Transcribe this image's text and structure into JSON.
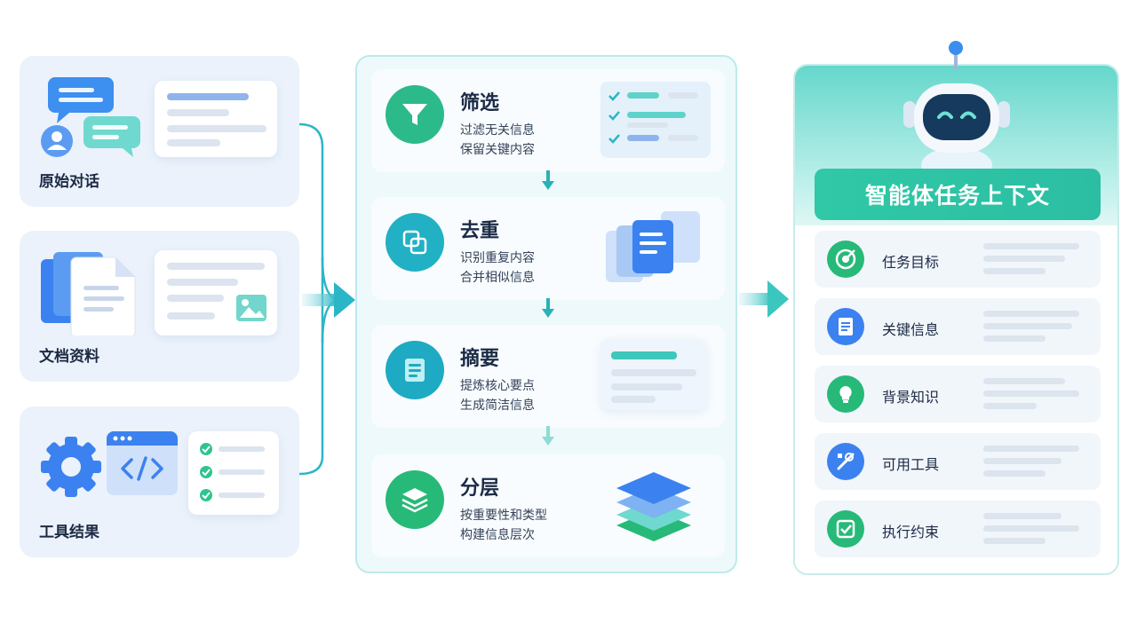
{
  "sources": [
    {
      "label": "原始对话",
      "icon": "chat-bubbles-icon"
    },
    {
      "label": "文档资料",
      "icon": "documents-icon"
    },
    {
      "label": "工具结果",
      "icon": "gear-code-icon"
    }
  ],
  "steps": [
    {
      "title": "筛选",
      "line1": "过滤无关信息",
      "line2": "保留关键内容",
      "icon": "funnel-icon"
    },
    {
      "title": "去重",
      "line1": "识别重复内容",
      "line2": "合并相似信息",
      "icon": "duplicate-icon"
    },
    {
      "title": "摘要",
      "line1": "提炼核心要点",
      "line2": "生成简洁信息",
      "icon": "summary-icon"
    },
    {
      "title": "分层",
      "line1": "按重要性和类型",
      "line2": "构建信息层次",
      "icon": "layers-icon"
    }
  ],
  "context": {
    "title": "智能体任务上下文",
    "items": [
      {
        "label": "任务目标",
        "icon": "target-icon"
      },
      {
        "label": "关键信息",
        "icon": "document-icon"
      },
      {
        "label": "背景知识",
        "icon": "lightbulb-icon"
      },
      {
        "label": "可用工具",
        "icon": "tools-icon"
      },
      {
        "label": "执行约束",
        "icon": "checkbox-icon"
      }
    ]
  },
  "colors": {
    "blue": "#3b82f0",
    "teal": "#2ec4b6",
    "green": "#27b978",
    "accent_cyan": "#1fb4c4"
  }
}
